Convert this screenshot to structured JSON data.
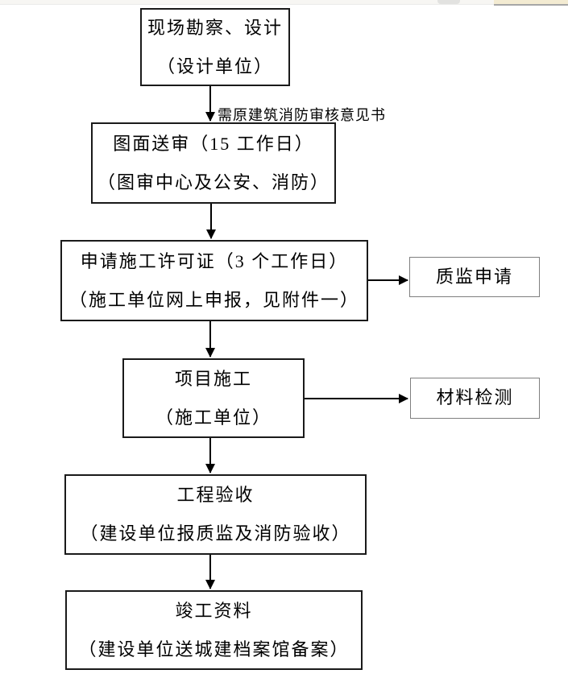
{
  "flowchart": {
    "title_hint": "construction project approval workflow",
    "nodes": [
      {
        "id": "survey-design",
        "line1": "现场勘察、设计",
        "line2": "（设计单位）"
      },
      {
        "id": "drawing-review",
        "line1": "图面送审（15 工作日）",
        "line2": "（图审中心及公安、消防）"
      },
      {
        "id": "construction-permit",
        "line1": "申请施工许可证（3 个工作日）",
        "line2": "（施工单位网上申报，见附件一）"
      },
      {
        "id": "quality-supervision",
        "line1": "质监申请",
        "line2": ""
      },
      {
        "id": "project-construction",
        "line1": "项目施工",
        "line2": "（施工单位）"
      },
      {
        "id": "material-testing",
        "line1": "材料检测",
        "line2": ""
      },
      {
        "id": "project-acceptance",
        "line1": "工程验收",
        "line2": "（建设单位报质监及消防验收）"
      },
      {
        "id": "completion-archive",
        "line1": "竣工资料",
        "line2": "（建设单位送城建档案馆备案）"
      }
    ],
    "edge_label": "需原建筑消防审核意见书",
    "colors": {
      "box_border": "#1a1a1a",
      "side_box_border": "#7f7f7f",
      "arrow": "#000000",
      "text": "#000000",
      "background": "#ffffff",
      "top_strip": "#f7f6f3",
      "top_highlight": "#f3ebd2"
    }
  }
}
